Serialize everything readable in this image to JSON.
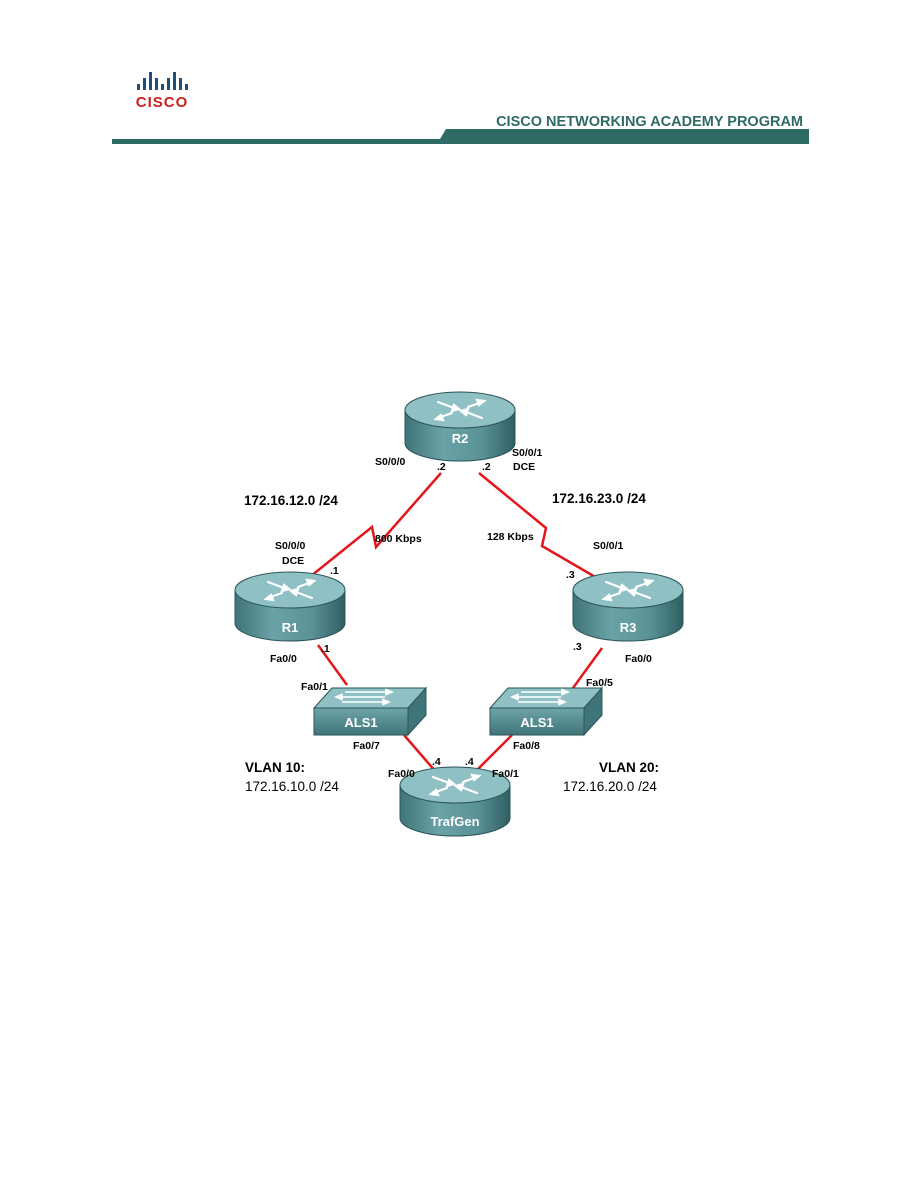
{
  "header": {
    "logo_text": "CISCO",
    "program_title": "CISCO NETWORKING ACADEMY PROGRAM",
    "colors": {
      "brand_teal": "#2f6b65",
      "logo_blue": "#1e4f7a",
      "logo_red": "#cc1f1f"
    }
  },
  "diagram": {
    "devices": {
      "r2": "R2",
      "r1": "R1",
      "r3": "R3",
      "als1_left": "ALS1",
      "als1_right": "ALS1",
      "trafgen": "TrafGen"
    },
    "interfaces": {
      "r2_s000": "S0/0/0",
      "r2_s001": "S0/0/1",
      "r2_dce": "DCE",
      "r2_left_ip": ".2",
      "r2_right_ip": ".2",
      "r1_s000": "S0/0/0",
      "r1_dce": "DCE",
      "r1_serial_ip": ".1",
      "r1_fa00": "Fa0/0",
      "r1_fa_ip": ".1",
      "r3_s001": "S0/0/1",
      "r3_serial_ip": ".3",
      "r3_fa00": "Fa0/0",
      "r3_fa_ip": ".3",
      "sw_left_fa01": "Fa0/1",
      "sw_left_fa07": "Fa0/7",
      "sw_right_fa05": "Fa0/5",
      "sw_right_fa08": "Fa0/8",
      "tg_fa00": "Fa0/0",
      "tg_fa01": "Fa0/1",
      "tg_left_ip": ".4",
      "tg_right_ip": ".4"
    },
    "links": {
      "net_left": "172.16.12.0 /24",
      "net_right": "172.16.23.0 /24",
      "bw_left": "800 Kbps",
      "bw_right": "128 Kbps"
    },
    "vlans": {
      "vlan10_label": "VLAN 10:",
      "vlan10_net": "172.16.10.0 /24",
      "vlan20_label": "VLAN 20:",
      "vlan20_net": "172.16.20.0 /24"
    },
    "colors": {
      "link_red": "#e3161b",
      "device_teal": "#5f9a9e",
      "device_top": "#8fc0c4",
      "device_dark": "#3f7478"
    }
  }
}
